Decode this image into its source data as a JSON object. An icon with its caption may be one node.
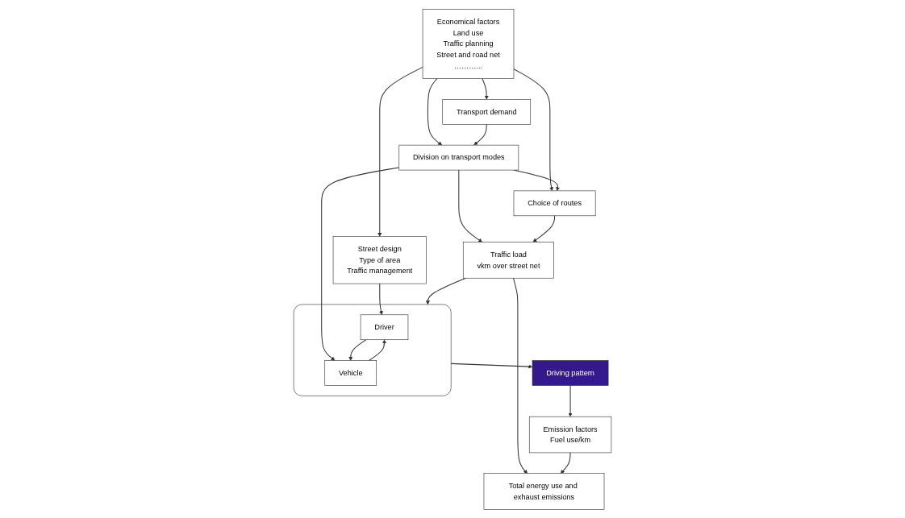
{
  "diagram": {
    "nodes": [
      {
        "text": [
          "Economical factors",
          "Land use",
          "Traffic planning",
          "Street and road net",
          "………..."
        ]
      },
      {
        "text": [
          "Street design",
          "Type of area",
          "Traffic management"
        ]
      },
      {
        "text": [
          "Transport demand"
        ]
      },
      {
        "text": [
          "Division on transport modes"
        ]
      },
      {
        "text": [
          "Choice of routes"
        ]
      },
      {
        "text": [
          "Traffic load",
          "vkm over street net"
        ]
      },
      {
        "text": [],
        "shape": "box"
      },
      {
        "text": [
          "Driver"
        ],
        "in": 6
      },
      {
        "text": [
          "Vehicle"
        ],
        "in": 6
      },
      {
        "text": [
          "Driving pattern"
        ]
      },
      {
        "text": [
          "Emission factors",
          "Fuel use/km"
        ]
      },
      {
        "text": [
          "Total energy use and exhaust emissions"
        ]
      }
    ],
    "edges": [
      {
        "from": 0,
        "to": 1,
        "arrow": "to"
      },
      {
        "from": 0,
        "to": 2,
        "arrow": "to"
      },
      {
        "from": 0,
        "to": 3,
        "arrow": "to"
      },
      {
        "from": 0,
        "to": 4,
        "arrow": "to"
      },
      {
        "from": 2,
        "to": 3,
        "arrow": "to"
      },
      {
        "from": 3,
        "to": 4,
        "arrow": "to"
      },
      {
        "from": 3,
        "to": 8,
        "arrow": "to"
      },
      {
        "from": 3,
        "to": 5,
        "arrow": "to"
      },
      {
        "from": 4,
        "to": 5,
        "arrow": "to"
      },
      {
        "from": 5,
        "to": 6,
        "arrow": "to"
      },
      {
        "from": 1,
        "to": 7,
        "arrow": "to"
      },
      {
        "from": 7,
        "to": 8,
        "arrow": "to"
      },
      {
        "from": 8,
        "to": 7,
        "arrow": "to"
      },
      {
        "from": 6,
        "to": 9,
        "arrow": "to"
      },
      {
        "from": 9,
        "to": 10,
        "arrow": "to"
      },
      {
        "from": 5,
        "to": 11,
        "arrow": "to"
      },
      {
        "from": 10,
        "to": 11,
        "arrow": "to"
      }
    ]
  }
}
